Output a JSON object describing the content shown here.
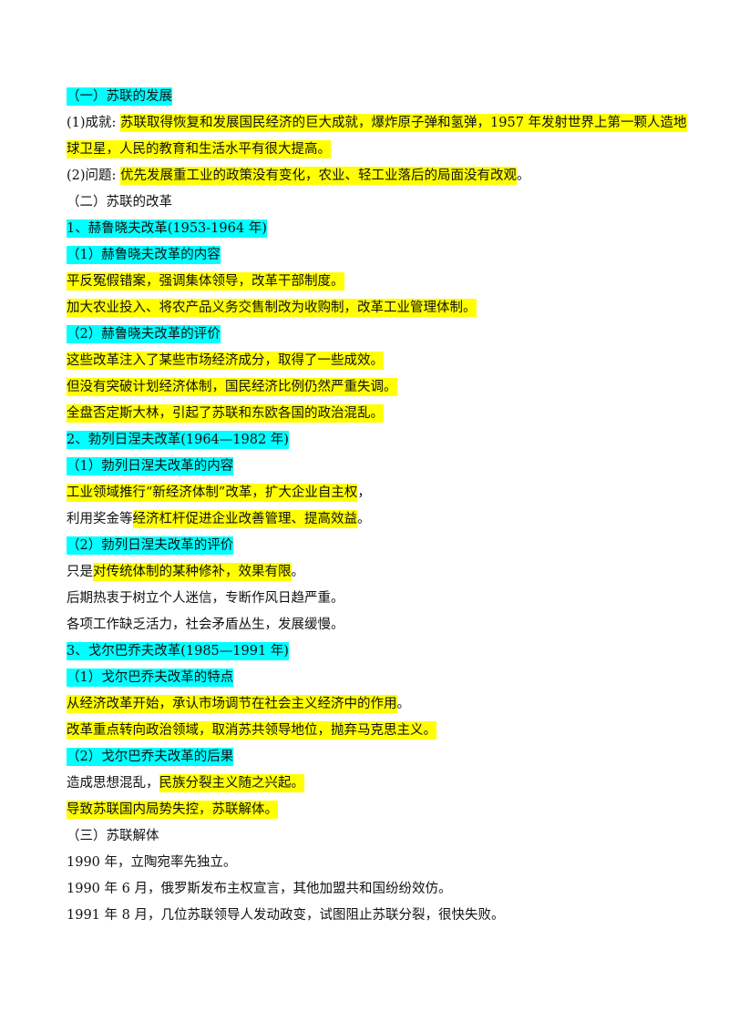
{
  "lines": [
    {
      "segs": [
        {
          "t": "（一）苏联的发展",
          "hl": "cyan"
        }
      ]
    },
    {
      "segs": [
        {
          "t": "(1)成就: ",
          "hl": ""
        },
        {
          "t": "苏联取得恢复和发展国民经济的巨大成就，爆炸原子弹和氢弹，1957 年发射世界上第一颗人造地",
          "hl": "yellow"
        }
      ]
    },
    {
      "segs": [
        {
          "t": "球卫星，人民的教育和生活水平有很大提高。",
          "hl": "yellow"
        }
      ]
    },
    {
      "segs": [
        {
          "t": "(2)问题: ",
          "hl": ""
        },
        {
          "t": "优先发展重工业的政策没有变化，农业、轻工业落后的局面没有改观",
          "hl": "yellow"
        },
        {
          "t": "。",
          "hl": ""
        }
      ]
    },
    {
      "segs": [
        {
          "t": "（二）苏联的改革",
          "hl": ""
        }
      ]
    },
    {
      "segs": [
        {
          "t": "1、赫鲁晓夫改革(1953-1964 年)",
          "hl": "cyan"
        }
      ]
    },
    {
      "segs": [
        {
          "t": "（1）赫鲁晓夫改革的内容",
          "hl": "cyan"
        }
      ]
    },
    {
      "segs": [
        {
          "t": "平反冤假错案，强调集体领导，改革干部制度。",
          "hl": "yellow"
        }
      ]
    },
    {
      "segs": [
        {
          "t": "加大农业投入、将农产品义务交售制改为收购制，改革工业管理体制。",
          "hl": "yellow"
        }
      ]
    },
    {
      "segs": [
        {
          "t": "（2）赫鲁晓夫改革的评价",
          "hl": "cyan"
        }
      ]
    },
    {
      "segs": [
        {
          "t": "这些改革注入了某些市场经济成分，取得了一些成效。",
          "hl": "yellow"
        }
      ]
    },
    {
      "segs": [
        {
          "t": "但没有突破计划经济体制，国民经济比例仍然严重失调。",
          "hl": "yellow"
        }
      ]
    },
    {
      "segs": [
        {
          "t": "全盘否定斯大林，引起了苏联和东欧各国的政治混乱。",
          "hl": "yellow"
        }
      ]
    },
    {
      "segs": [
        {
          "t": "2、勃列日涅夫改革(1964—1982 年)",
          "hl": "cyan"
        }
      ]
    },
    {
      "segs": [
        {
          "t": "（1）勃列日涅夫改革的内容",
          "hl": "cyan"
        }
      ]
    },
    {
      "segs": [
        {
          "t": "工业领域推行“新经济体制”改革，扩大企业自主权",
          "hl": "yellow"
        },
        {
          "t": "，",
          "hl": ""
        }
      ]
    },
    {
      "segs": [
        {
          "t": "利用奖金等",
          "hl": ""
        },
        {
          "t": "经济杠杆促进企业改善管理、提高效益",
          "hl": "yellow"
        },
        {
          "t": "。",
          "hl": ""
        }
      ]
    },
    {
      "segs": [
        {
          "t": "（2）勃列日涅夫改革的评价",
          "hl": "cyan"
        }
      ]
    },
    {
      "segs": [
        {
          "t": "只是",
          "hl": ""
        },
        {
          "t": "对传统体制的某种修补，效果有限",
          "hl": "yellow"
        },
        {
          "t": "。",
          "hl": ""
        }
      ]
    },
    {
      "segs": [
        {
          "t": "后期热衷于树立个人迷信，专断作风日趋严重。",
          "hl": ""
        }
      ]
    },
    {
      "segs": [
        {
          "t": "各项工作缺乏活力，社会矛盾丛生，发展缓慢。",
          "hl": ""
        }
      ]
    },
    {
      "segs": [
        {
          "t": "3、戈尔巴乔夫改革(1985—1991 年)",
          "hl": "cyan"
        }
      ]
    },
    {
      "segs": [
        {
          "t": "（1）戈尔巴乔夫改革的特点",
          "hl": "cyan"
        }
      ]
    },
    {
      "segs": [
        {
          "t": "从经济改革开始，承认市场调节在社会主义经济中的作用",
          "hl": "yellow"
        },
        {
          "t": "。",
          "hl": ""
        }
      ]
    },
    {
      "segs": [
        {
          "t": "改革重点转向政治领域，取消苏共领导地位，抛弃马克思主义。",
          "hl": "yellow"
        }
      ]
    },
    {
      "segs": [
        {
          "t": "（2）戈尔巴乔夫改革的后果",
          "hl": "cyan"
        }
      ]
    },
    {
      "segs": [
        {
          "t": "造成思想混乱，",
          "hl": ""
        },
        {
          "t": "民族分裂主义随之兴起。",
          "hl": "yellow"
        }
      ]
    },
    {
      "segs": [
        {
          "t": "导致苏联国内局势失控，苏联解体。",
          "hl": "yellow"
        }
      ]
    },
    {
      "segs": [
        {
          "t": "（三）苏联解体",
          "hl": ""
        }
      ]
    },
    {
      "segs": [
        {
          "t": "1990 年，立陶宛率先独立。",
          "hl": ""
        }
      ]
    },
    {
      "segs": [
        {
          "t": "1990 年 6 月，俄罗斯发布主权宣言，其他加盟共和国纷纷效仿。",
          "hl": ""
        }
      ]
    },
    {
      "segs": [
        {
          "t": "1991 年 8 月，几位苏联领导人发动政变，试图阻止苏联分裂，很快失败。",
          "hl": ""
        }
      ]
    }
  ],
  "colors": {
    "cyan": "#00ffff",
    "yellow": "#ffff00"
  }
}
